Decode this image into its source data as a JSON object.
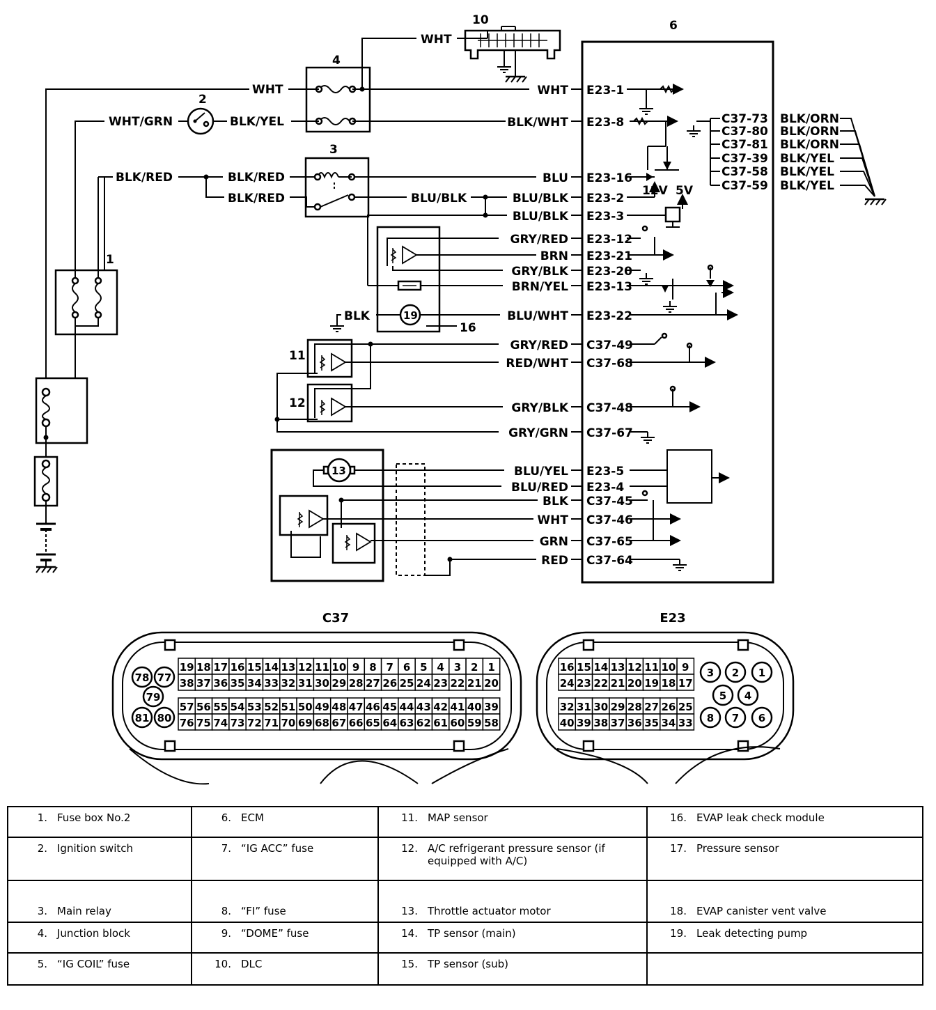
{
  "component_numbers": [
    "1",
    "2",
    "3",
    "4",
    "5",
    "6",
    "7",
    "8",
    "9",
    "10",
    "11",
    "12",
    "13",
    "14",
    "15",
    "16",
    "17",
    "18",
    "19"
  ],
  "wires": {
    "junction_dlc": "WHT",
    "dome_to_fusebox": "WHT",
    "ig_switch_in": "WHT/GRN",
    "ig_switch_out": "BLK/YEL",
    "relay_feed": "BLK/RED",
    "relay_coil": "BLK/RED",
    "relay_contact": "BLK/RED",
    "relay_out": "BLU/BLK"
  },
  "ecm_left_pins": [
    {
      "wire": "WHT",
      "pin": "E23-1"
    },
    {
      "wire": "BLK/WHT",
      "pin": "E23-8"
    },
    {
      "wire": "BLU",
      "pin": "E23-16"
    },
    {
      "wire": "BLU/BLK",
      "pin": "E23-2"
    },
    {
      "wire": "BLU/BLK",
      "pin": "E23-3"
    },
    {
      "wire": "GRY/RED",
      "pin": "E23-12"
    },
    {
      "wire": "BRN",
      "pin": "E23-21"
    },
    {
      "wire": "GRY/BLK",
      "pin": "E23-20"
    },
    {
      "wire": "BRN/YEL",
      "pin": "E23-13"
    },
    {
      "wire": "BLU/WHT",
      "pin": "E23-22"
    },
    {
      "wire": "GRY/RED",
      "pin": "C37-49"
    },
    {
      "wire": "RED/WHT",
      "pin": "C37-68"
    },
    {
      "wire": "GRY/BLK",
      "pin": "C37-48"
    },
    {
      "wire": "GRY/GRN",
      "pin": "C37-67"
    },
    {
      "wire": "BLU/YEL",
      "pin": "E23-5"
    },
    {
      "wire": "BLU/RED",
      "pin": "E23-4"
    },
    {
      "wire": "BLK",
      "pin": "C37-45"
    },
    {
      "wire": "WHT",
      "pin": "C37-46"
    },
    {
      "wire": "GRN",
      "pin": "C37-65"
    },
    {
      "wire": "RED",
      "pin": "C37-64"
    }
  ],
  "ecm_ground_pins": [
    {
      "pin": "C37-73",
      "wire": "BLK/ORN"
    },
    {
      "pin": "C37-80",
      "wire": "BLK/ORN"
    },
    {
      "pin": "C37-81",
      "wire": "BLK/ORN"
    },
    {
      "pin": "C37-39",
      "wire": "BLK/YEL"
    },
    {
      "pin": "C37-58",
      "wire": "BLK/YEL"
    },
    {
      "pin": "C37-59",
      "wire": "BLK/YEL"
    }
  ],
  "voltage_labels": [
    "12V",
    "5V"
  ],
  "evap_ground_wire": "BLK",
  "connectors": {
    "c37": {
      "title": "C37",
      "rows": [
        [
          "19",
          "18",
          "17",
          "16",
          "15",
          "14",
          "13",
          "12",
          "11",
          "10",
          "9",
          "8",
          "7",
          "6",
          "5",
          "4",
          "3",
          "2",
          "1"
        ],
        [
          "38",
          "37",
          "36",
          "35",
          "34",
          "33",
          "32",
          "31",
          "30",
          "29",
          "28",
          "27",
          "26",
          "25",
          "24",
          "23",
          "22",
          "21",
          "20"
        ],
        [
          "57",
          "56",
          "55",
          "54",
          "53",
          "52",
          "51",
          "50",
          "49",
          "48",
          "47",
          "46",
          "45",
          "44",
          "43",
          "42",
          "41",
          "40",
          "39"
        ],
        [
          "76",
          "75",
          "74",
          "73",
          "72",
          "71",
          "70",
          "69",
          "68",
          "67",
          "66",
          "65",
          "64",
          "63",
          "62",
          "61",
          "60",
          "59",
          "58"
        ]
      ],
      "circles": [
        "78",
        "77",
        "79",
        "81",
        "80"
      ]
    },
    "e23": {
      "title": "E23",
      "rows": [
        [
          "16",
          "15",
          "14",
          "13",
          "12",
          "11",
          "10",
          "9"
        ],
        [
          "24",
          "23",
          "22",
          "21",
          "20",
          "19",
          "18",
          "17"
        ],
        [
          "32",
          "31",
          "30",
          "29",
          "28",
          "27",
          "26",
          "25"
        ],
        [
          "40",
          "39",
          "38",
          "37",
          "36",
          "35",
          "34",
          "33"
        ]
      ],
      "circles": [
        "3",
        "2",
        "1",
        "5",
        "4",
        "8",
        "7",
        "6"
      ]
    }
  },
  "legend": [
    [
      {
        "n": "1.",
        "t": "Fuse box No.2"
      },
      {
        "n": "6.",
        "t": "ECM"
      },
      {
        "n": "11.",
        "t": "MAP sensor"
      },
      {
        "n": "16.",
        "t": "EVAP leak check module"
      }
    ],
    [
      {
        "n": "2.",
        "t": "Ignition switch"
      },
      {
        "n": "7.",
        "t": "“IG ACC” fuse"
      },
      {
        "n": "12.",
        "t": "A/C refrigerant pressure sensor (if equipped with A/C)"
      },
      {
        "n": "17.",
        "t": "Pressure sensor"
      }
    ],
    [
      {
        "n": "3.",
        "t": "Main relay"
      },
      {
        "n": "8.",
        "t": "“FI” fuse"
      },
      {
        "n": "13.",
        "t": "Throttle actuator motor"
      },
      {
        "n": "18.",
        "t": "EVAP canister vent valve"
      }
    ],
    [
      {
        "n": "4.",
        "t": "Junction block"
      },
      {
        "n": "9.",
        "t": "“DOME” fuse"
      },
      {
        "n": "14.",
        "t": "TP sensor (main)"
      },
      {
        "n": "19.",
        "t": "Leak detecting pump"
      }
    ],
    [
      {
        "n": "5.",
        "t": "“IG COIL” fuse"
      },
      {
        "n": "10.",
        "t": "DLC"
      },
      {
        "n": "15.",
        "t": "TP sensor (sub)"
      },
      {
        "n": "",
        "t": ""
      }
    ]
  ]
}
